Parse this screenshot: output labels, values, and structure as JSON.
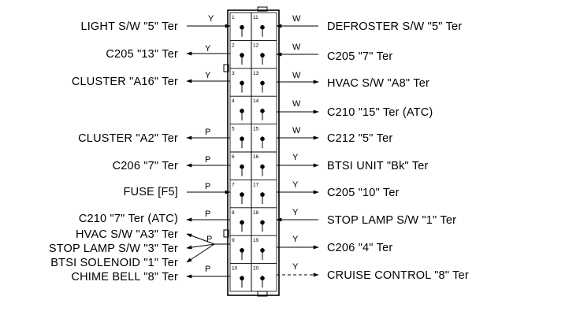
{
  "left_terminals": [
    {
      "pin": "1",
      "label": "LIGHT S/W \"5\" Ter",
      "wire": "Y",
      "direction": "in"
    },
    {
      "pin": "2",
      "label": "C205 \"13\" Ter",
      "wire": "Y",
      "direction": "out"
    },
    {
      "pin": "3",
      "label": "CLUSTER \"A16\" Ter",
      "wire": "Y",
      "direction": "out"
    },
    {
      "pin": "4",
      "label": "",
      "wire": "",
      "direction": "none"
    },
    {
      "pin": "5",
      "label": "CLUSTER \"A2\" Ter",
      "wire": "P",
      "direction": "out"
    },
    {
      "pin": "6",
      "label": "C206 \"7\" Ter",
      "wire": "P",
      "direction": "out"
    },
    {
      "pin": "7",
      "label": "FUSE [F5]",
      "wire": "P",
      "direction": "in"
    },
    {
      "pin": "8",
      "label": "C210 \"7\" Ter (ATC)",
      "wire": "P",
      "direction": "out"
    },
    {
      "pin": "9",
      "label": "HVAC S/W \"A3\" Ter",
      "wire": "P",
      "direction": "out"
    },
    {
      "pin": "9",
      "label": "STOP LAMP S/W \"3\" Ter",
      "wire": "",
      "direction": "out"
    },
    {
      "pin": "9",
      "label": "BTSI SOLENOID \"1\" Ter",
      "wire": "",
      "direction": "out"
    },
    {
      "pin": "10",
      "label": "CHIME BELL \"8\" Ter",
      "wire": "P",
      "direction": "out"
    }
  ],
  "right_terminals": [
    {
      "pin": "11",
      "label": "DEFROSTER S/W \"5\" Ter",
      "wire": "W",
      "direction": "in"
    },
    {
      "pin": "12",
      "label": "C205 \"7\" Ter",
      "wire": "W",
      "direction": "in"
    },
    {
      "pin": "13",
      "label": "HVAC S/W \"A8\" Ter",
      "wire": "W",
      "direction": "out"
    },
    {
      "pin": "14",
      "label": "C210 \"15\" Ter (ATC)",
      "wire": "W",
      "direction": "out"
    },
    {
      "pin": "15",
      "label": "C212 \"5\" Ter",
      "wire": "W",
      "direction": "out"
    },
    {
      "pin": "16",
      "label": "BTSI UNIT \"Bk\" Ter",
      "wire": "Y",
      "direction": "out"
    },
    {
      "pin": "17",
      "label": "C205 \"10\" Ter",
      "wire": "Y",
      "direction": "out"
    },
    {
      "pin": "18",
      "label": "STOP LAMP S/W \"1\" Ter",
      "wire": "Y",
      "direction": "in"
    },
    {
      "pin": "19",
      "label": "C206 \"4\" Ter",
      "wire": "Y",
      "direction": "out"
    },
    {
      "pin": "20",
      "label": "CRUISE CONTROL \"8\" Ter",
      "wire": "Y",
      "direction": "out-dashed"
    }
  ]
}
